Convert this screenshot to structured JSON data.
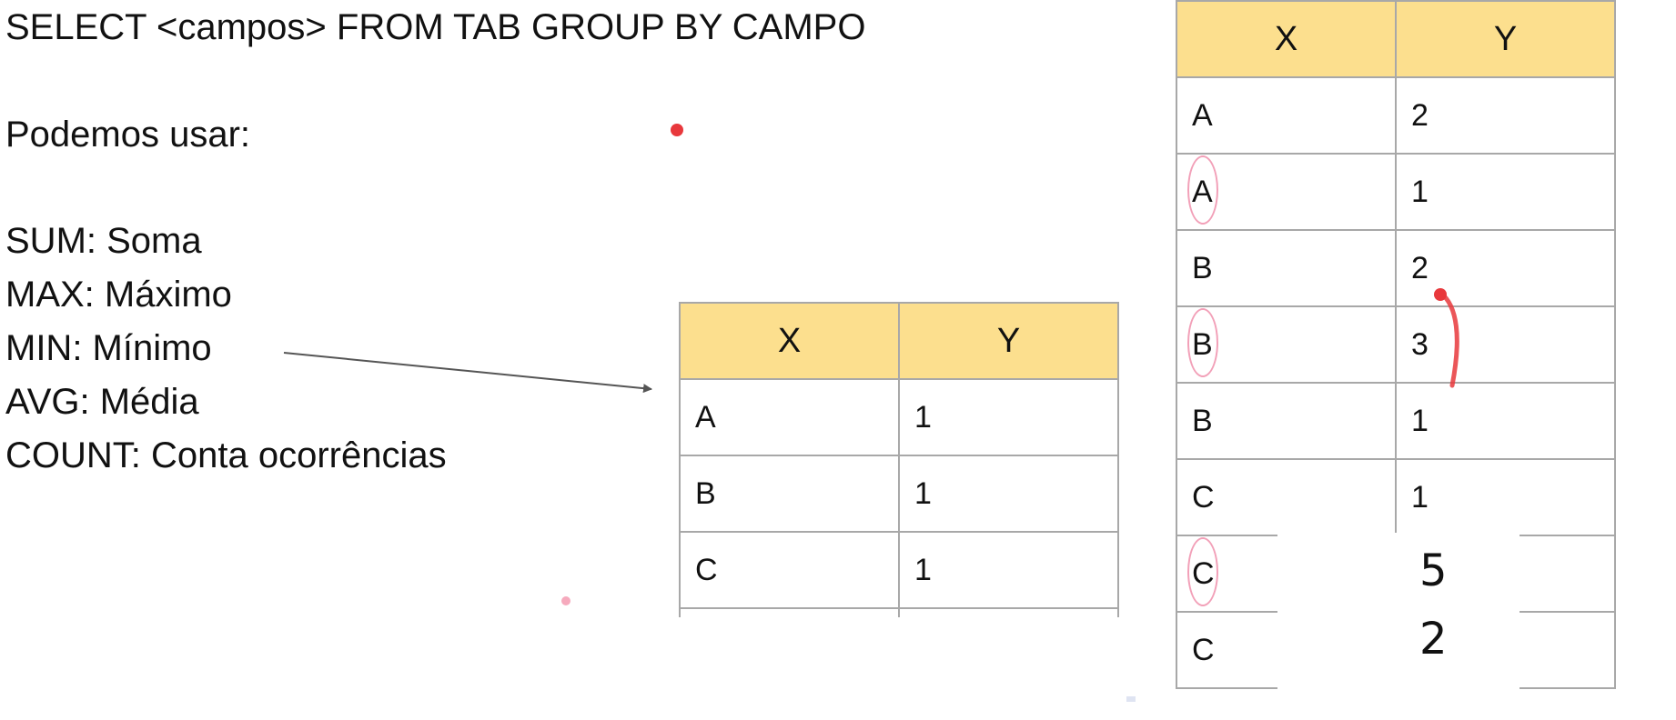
{
  "query": "SELECT <campos> FROM TAB GROUP BY CAMPO",
  "intro": "Podemos usar:",
  "functions": [
    "SUM: Soma",
    "MAX: Máximo",
    "MIN: Mínimo",
    "AVG: Média",
    "COUNT: Conta ocorrências"
  ],
  "result_table": {
    "headers": [
      "X",
      "Y"
    ],
    "rows": [
      [
        "A",
        "1"
      ],
      [
        "B",
        "1"
      ],
      [
        "C",
        "1"
      ]
    ]
  },
  "source_table": {
    "headers": [
      "X",
      "Y"
    ],
    "rows": [
      [
        "A",
        "2"
      ],
      [
        "A",
        "1"
      ],
      [
        "B",
        "2"
      ],
      [
        "B",
        "3"
      ],
      [
        "B",
        "1"
      ],
      [
        "C",
        "1"
      ],
      [
        "C",
        ""
      ],
      [
        "C",
        ""
      ]
    ]
  },
  "overlay_numbers": [
    "5",
    "2"
  ],
  "colors": {
    "header_fill": "#fcdf8e",
    "border": "#a8a8a8",
    "annotation_pink": "#f2a0b8",
    "annotation_red": "#e8383c",
    "arrow": "#555555"
  }
}
